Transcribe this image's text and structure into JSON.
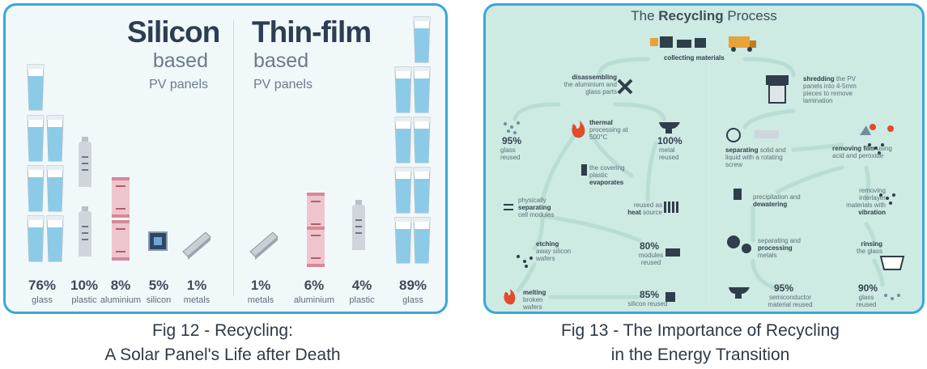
{
  "fig12": {
    "silicon_title": "Silicon",
    "silicon_sub1": "based",
    "silicon_sub2": "PV panels",
    "thinfilm_title": "Thin-film",
    "thinfilm_sub1": "based",
    "thinfilm_sub2": "PV panels",
    "items": [
      {
        "pct": "76%",
        "label": "glass"
      },
      {
        "pct": "10%",
        "label": "plastic"
      },
      {
        "pct": "8%",
        "label": "aluminium"
      },
      {
        "pct": "5%",
        "label": "silicon"
      },
      {
        "pct": "1%",
        "label": "metals"
      },
      {
        "pct": "1%",
        "label": "metals"
      },
      {
        "pct": "6%",
        "label": "aluminium"
      },
      {
        "pct": "4%",
        "label": "plastic"
      },
      {
        "pct": "89%",
        "label": "glass"
      }
    ],
    "caption_line1": "Fig 12 - Recycling:",
    "caption_line2": "A Solar Panel's Life after Death"
  },
  "fig13": {
    "title_pre": "The ",
    "title_bold": "Recycling",
    "title_post": " Process",
    "collecting": "collecting materials",
    "disassembling_b": "disassembling",
    "disassembling_t": "the aluminium and glass parts",
    "shredding_b": "shredding",
    "shredding_t": "the PV panels into 4-5mm pieces to remove lamination",
    "glass95_pct": "95%",
    "glass95_t": "glass reused",
    "thermal_b": "thermal",
    "thermal_t": "processing at 500°C",
    "metal100_pct": "100%",
    "metal100_t": "metal reused",
    "separating_b": "separating",
    "separating_t": "solid and liquid with a rotating screw",
    "removing_b": "removing film",
    "removing_t": "using acid and peroxide",
    "covering_t": "the covering plastic",
    "covering_b": "evaporates",
    "physically_t1": "physically",
    "physically_b": "separating",
    "physically_t2": "cell modules",
    "reused_t": "reused as",
    "reused_b": "heat",
    "reused_t2": "source",
    "precip_t": "precipitation and",
    "precip_b": "dewatering",
    "interlayer_t": "removing interlayer materials with",
    "interlayer_b": "vibration",
    "etching_b": "etching",
    "etching_t": "away silicon wafers",
    "modules80_pct": "80%",
    "modules80_t": "modules reused",
    "sepproc_t": "separating and",
    "sepproc_b": "processing",
    "sepproc_t2": "metals",
    "rinsing_b": "rinsing",
    "rinsing_t": "the glass",
    "melting_b": "melting",
    "melting_t": "broken wafers",
    "si85_pct": "85%",
    "si85_t": "silicon reused",
    "semi95_pct": "95%",
    "semi95_t": "semiconductor material reused",
    "glass90_pct": "90%",
    "glass90_t": "glass reused",
    "caption_line1": "Fig 13 - The Importance of Recycling",
    "caption_line2": "in the  Energy Transition"
  },
  "colors": {
    "border": "#3aa6dc",
    "glass": "#8ccbe8",
    "plastic": "#c8ced3",
    "aluminium": "#eec5cc",
    "orange": "#e8a23a",
    "flame": "#e34b2b"
  }
}
